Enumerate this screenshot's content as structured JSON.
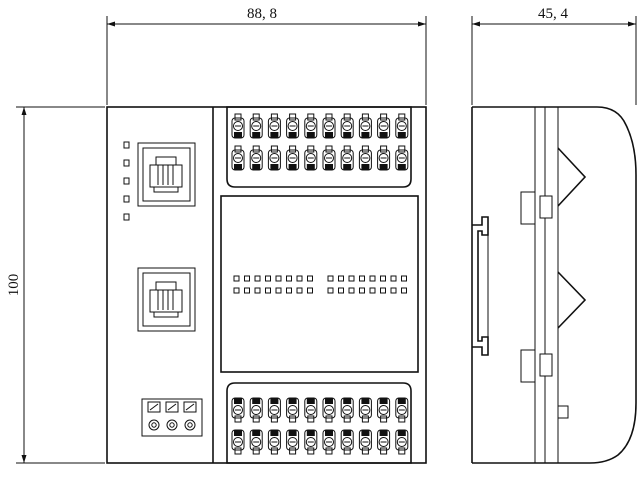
{
  "dimensions": {
    "front_width": "88, 8",
    "side_depth": "45, 4",
    "height": "100"
  },
  "front_view": {
    "top_terminal_rows": 2,
    "top_terminals_per_row": 10,
    "bottom_terminal_rows": 2,
    "bottom_terminals_per_row": 10,
    "status_leds": 5,
    "rj45_ports": 2,
    "power_terminals": 3,
    "indicator_rows": 2,
    "indicators_per_group": 8
  },
  "colors": {
    "line": "#111111",
    "background": "#ffffff"
  }
}
